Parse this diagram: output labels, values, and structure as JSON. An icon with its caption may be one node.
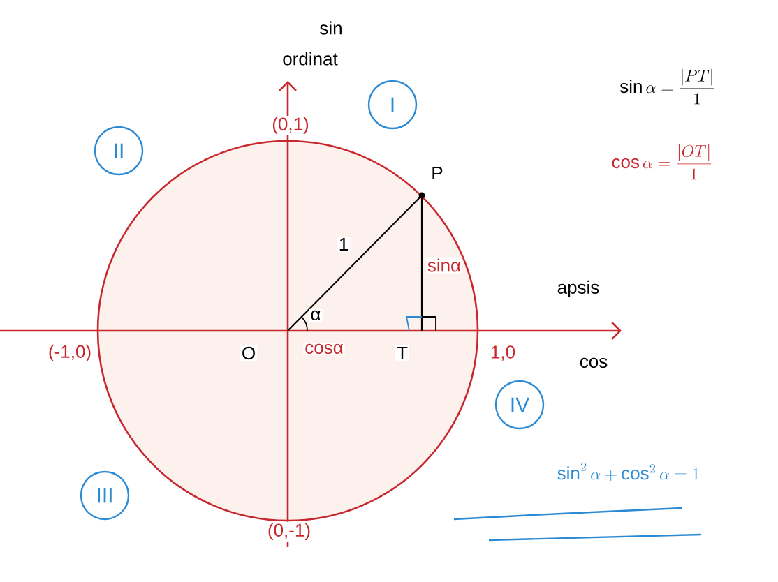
{
  "diagram": {
    "nodes": [
      {
        "text": [
          "I"
        ]
      },
      {
        "text": [
          "II"
        ]
      },
      {
        "text": [
          "III"
        ]
      },
      {
        "text": [
          "IV"
        ]
      }
    ],
    "labels": [
      "sin",
      "ordinat",
      "(0,1)",
      "P",
      "1",
      "sinα",
      "α",
      "apsis",
      "(-1,0)",
      "O",
      "cosα",
      "T",
      "1,0",
      "cos",
      "(0,-1)",
      "\\sin\\alpha=\\frac{|PT|}{1}",
      "\\cos\\alpha=\\frac{|OT|}{1}",
      "\\sin^2\\alpha+\\cos^2\\alpha=1"
    ]
  }
}
